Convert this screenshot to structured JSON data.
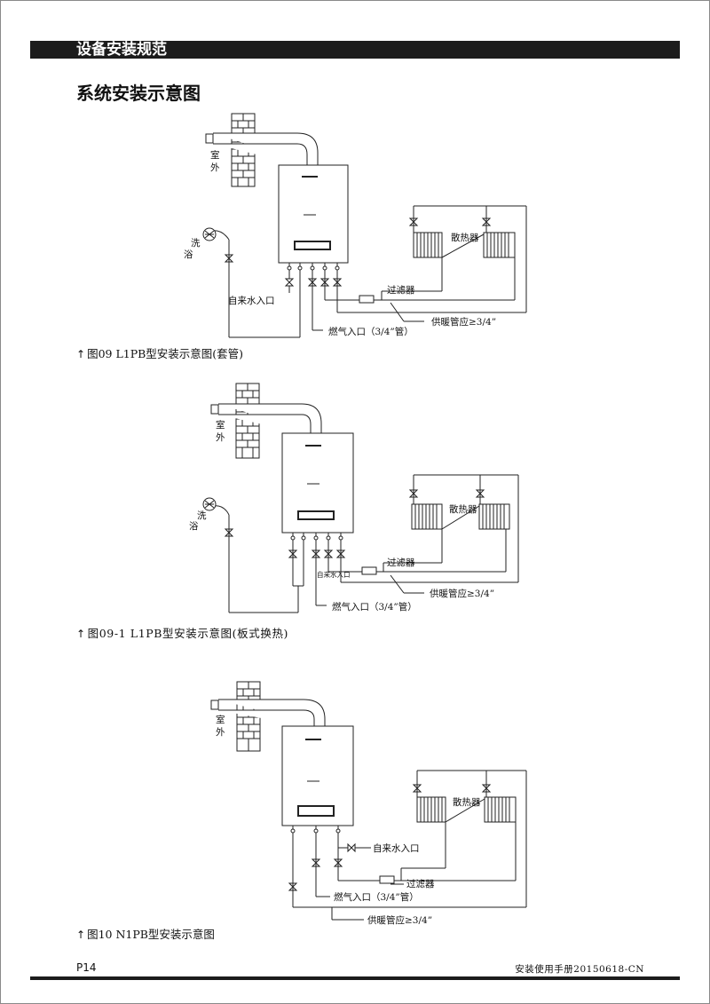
{
  "header": {
    "title": "设备安装规范"
  },
  "section": {
    "title": "系统安装示意图"
  },
  "diagrams": [
    {
      "caption": "图09  L1PB型安装示意图(套管)",
      "labels": {
        "outdoor_1": "室",
        "outdoor_2": "外",
        "bath_1": "洗",
        "bath_2": "浴",
        "radiator": "散热器",
        "filter": "过滤器",
        "water_inlet": "自来水入口",
        "heating_pipe": "供暖管应≥3/4”",
        "gas_inlet": "燃气入口（3/4”管）"
      }
    },
    {
      "caption": "图09-1  L1PB型安装示意图(板式换热)",
      "labels": {
        "outdoor_1": "室",
        "outdoor_2": "外",
        "bath_1": "洗",
        "bath_2": "浴",
        "radiator": "散热器",
        "filter": "过滤器",
        "water_inlet": "自来水入口",
        "heating_pipe": "供暖管应≥3/4”",
        "gas_inlet": "燃气入口（3/4”管）"
      }
    },
    {
      "caption": "图10  N1PB型安装示意图",
      "labels": {
        "outdoor_1": "室",
        "outdoor_2": "外",
        "radiator": "散热器",
        "filter": "过滤器",
        "water_inlet": "自来水入口",
        "heating_pipe": "供暖管应≥3/4”",
        "gas_inlet": "燃气入口（3/4”管）"
      }
    }
  ],
  "footer": {
    "page": "P14",
    "doc": "安装使用手册20150618-CN"
  }
}
